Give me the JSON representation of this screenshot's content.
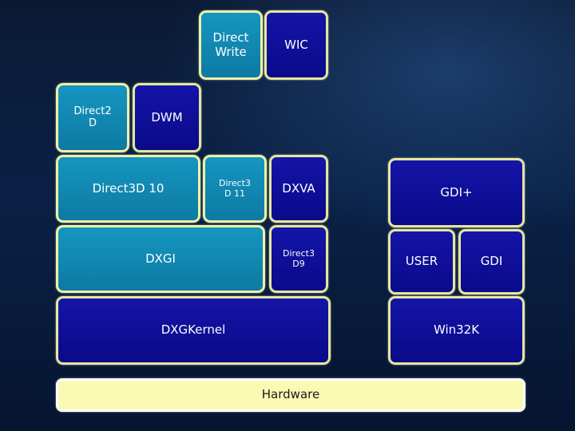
{
  "boxes": {
    "direct_write": "Direct\nWrite",
    "wic": "WIC",
    "direct2d": "Direct2\nD",
    "dwm": "DWM",
    "direct3d10": "Direct3D 10",
    "direct3d11": "Direct3\nD 11",
    "dxva": "DXVA",
    "dxgi": "DXGI",
    "direct3d9": "Direct3\nD9",
    "dxgkernel": "DXGKernel",
    "gdiplus": "GDI+",
    "user": "USER",
    "gdi": "GDI",
    "win32k": "Win32K",
    "hardware": "Hardware"
  },
  "colors": {
    "dark_block": "#0a0a8a",
    "teal_block": "#0d7aa3",
    "border": "#e6e6a0",
    "hardware_fill": "#fafab4"
  }
}
